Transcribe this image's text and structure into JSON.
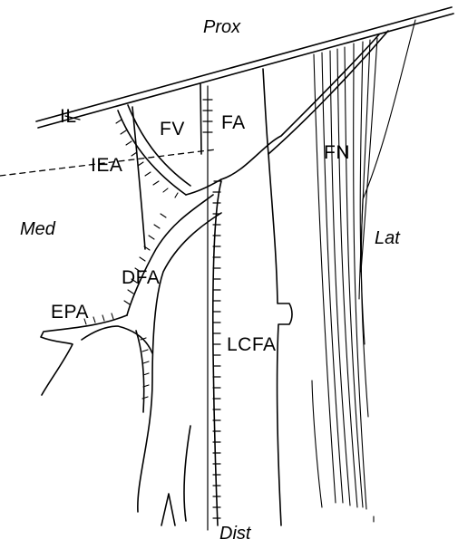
{
  "orientation": {
    "proximal": "Prox",
    "distal": "Dist",
    "medial": "Med",
    "lateral": "Lat"
  },
  "structures": {
    "il": "IL",
    "fv": "FV",
    "fa": "FA",
    "fn": "FN",
    "iea": "IEA",
    "dfa": "DFA",
    "epa": "EPA",
    "lcfa": "LCFA"
  },
  "colors": {
    "ink": "#000000",
    "background": "#ffffff"
  }
}
